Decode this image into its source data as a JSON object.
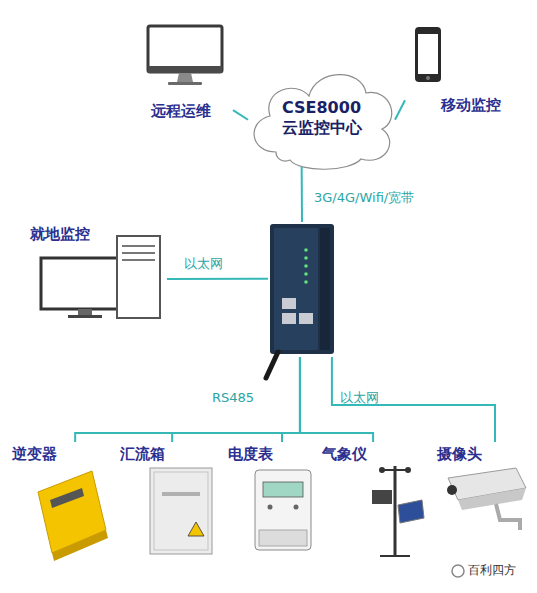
{
  "diagram": {
    "nodes": [
      {
        "text": [
          "远程运维"
        ]
      },
      {
        "text": [
          "移动监控"
        ]
      },
      {
        "text": [
          "CSE8000 云监控中心"
        ]
      },
      {
        "text": []
      },
      {
        "text": [
          "就地监控"
        ]
      },
      {
        "text": [
          "逆变器"
        ]
      },
      {
        "text": [
          "汇流箱"
        ]
      },
      {
        "text": [
          "电度表"
        ]
      },
      {
        "text": [
          "气象仪"
        ]
      },
      {
        "text": [
          "摄像头"
        ]
      }
    ],
    "edges": [
      {
        "from": 0,
        "to": 2,
        "arrow": "none"
      },
      {
        "from": 1,
        "to": 2,
        "arrow": "none"
      },
      {
        "from": 2,
        "to": 3,
        "label": "3G/4G/Wifi/宽带",
        "arrow": "none"
      },
      {
        "from": 4,
        "to": 3,
        "label": "以太网",
        "arrow": "none"
      },
      {
        "from": 3,
        "to": 5,
        "label": "RS485",
        "arrow": "none"
      },
      {
        "from": 3,
        "to": 6,
        "arrow": "none"
      },
      {
        "from": 3,
        "to": 7,
        "arrow": "none"
      },
      {
        "from": 3,
        "to": 8,
        "arrow": "none"
      },
      {
        "from": 3,
        "to": 9,
        "label": "以太网",
        "arrow": "none"
      }
    ],
    "labels": [
      "百利四方"
    ]
  }
}
